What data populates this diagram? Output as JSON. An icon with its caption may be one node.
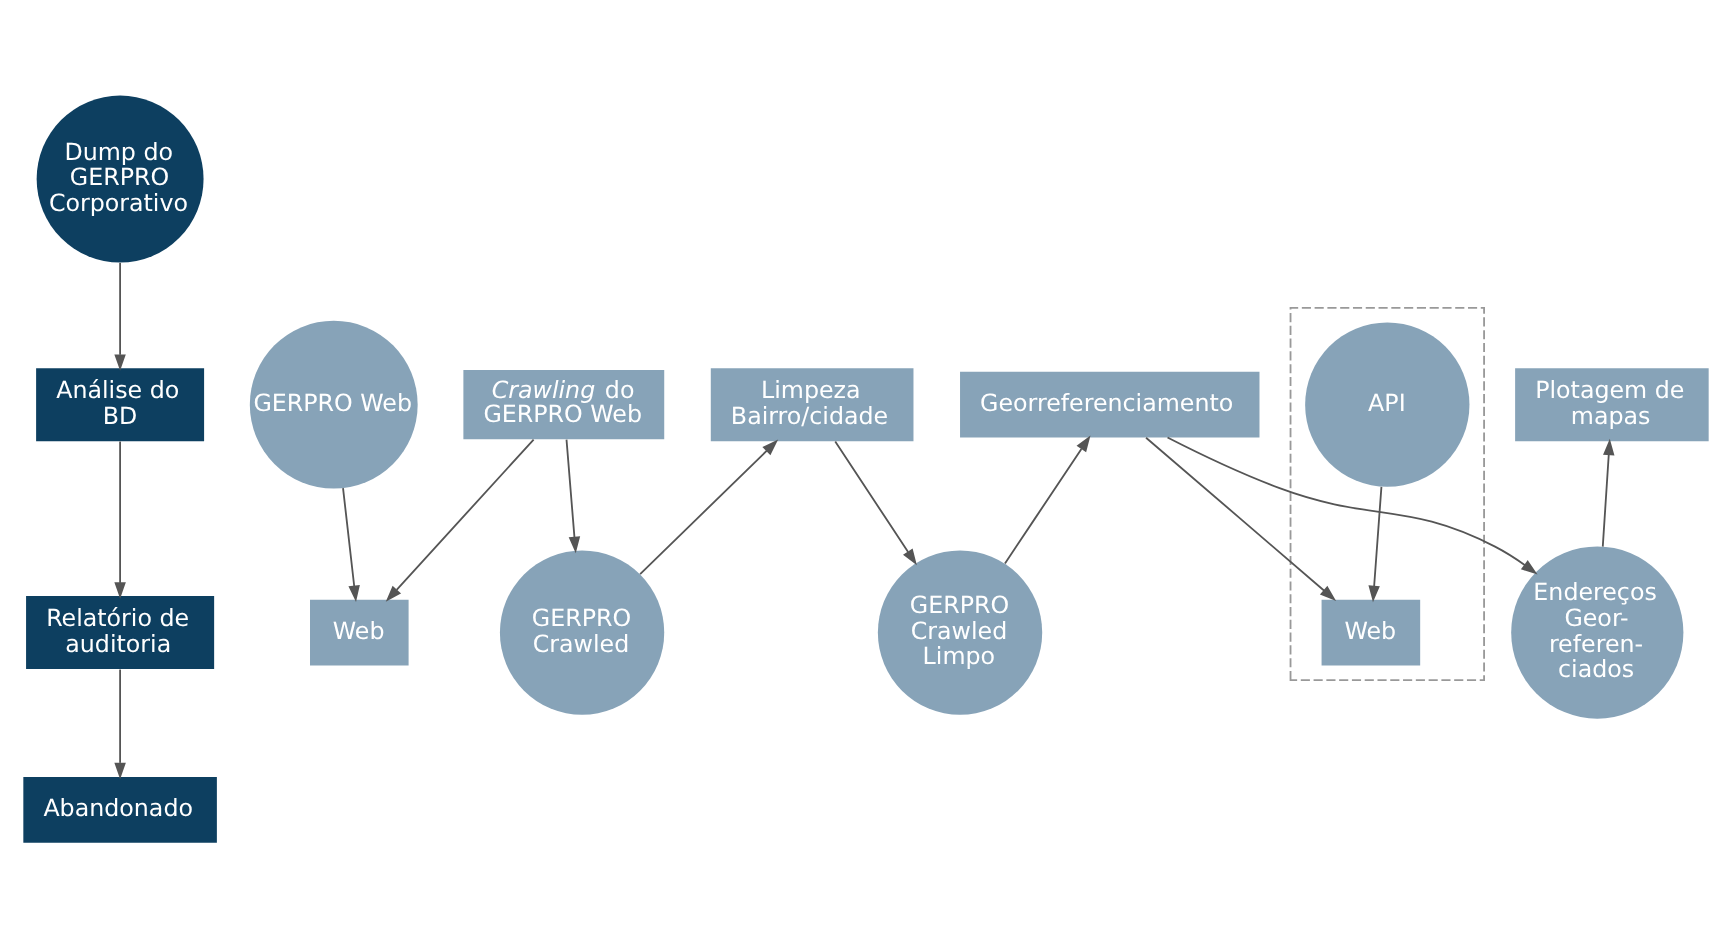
{
  "diagram": {
    "nodes": [
      {
        "text": [
          "Dump do GERPRO Corporativo"
        ]
      },
      {
        "text": [
          "Análise do BD"
        ]
      },
      {
        "text": [
          "Relatório de auditoria"
        ]
      },
      {
        "text": [
          "Abandonado"
        ]
      },
      {
        "text": [
          "GERPRO Web"
        ]
      },
      {
        "text": [
          "Web"
        ]
      },
      {
        "text": [
          "*Crawling* do GERPRO Web"
        ]
      },
      {
        "text": [
          "GERPRO Crawled"
        ]
      },
      {
        "text": [
          "Limpeza Bairro/cidade"
        ]
      },
      {
        "text": [
          "GERPRO Crawled Limpo"
        ]
      },
      {
        "text": [],
        "shape": "box"
      },
      {
        "text": [
          "API"
        ],
        "in": 10
      },
      {
        "text": [
          "Web"
        ],
        "in": 10
      },
      {
        "text": [
          "Georreferenciamento"
        ]
      },
      {
        "text": [
          "Endereços Geor- referen- ciados"
        ]
      },
      {
        "text": [
          "Plotagem de mapas"
        ]
      }
    ],
    "edges": [
      {
        "from": 0,
        "to": 1,
        "arrow": "to"
      },
      {
        "from": 1,
        "to": 2,
        "arrow": "to"
      },
      {
        "from": 2,
        "to": 3,
        "arrow": "to"
      },
      {
        "from": 4,
        "to": 5,
        "arrow": "to"
      },
      {
        "from": 6,
        "to": 5,
        "arrow": "to"
      },
      {
        "from": 6,
        "to": 7,
        "arrow": "to"
      },
      {
        "from": 7,
        "to": 8,
        "arrow": "to"
      },
      {
        "from": 8,
        "to": 9,
        "arrow": "to"
      },
      {
        "from": 9,
        "to": 13,
        "arrow": "to"
      },
      {
        "from": 11,
        "to": 12,
        "arrow": "to"
      },
      {
        "from": 13,
        "to": 12,
        "arrow": "to"
      },
      {
        "from": 13,
        "to": 14,
        "arrow": "to"
      },
      {
        "from": 14,
        "to": 15,
        "arrow": "to"
      }
    ]
  }
}
